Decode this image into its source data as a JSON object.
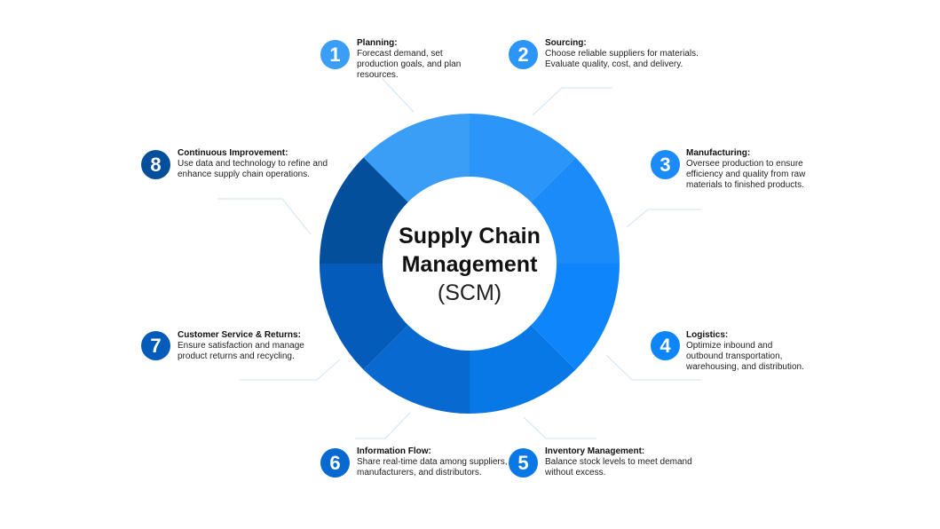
{
  "center": {
    "line1": "Supply Chain",
    "line2": "Management",
    "abbr": "(SCM)"
  },
  "steps": [
    {
      "number": "1",
      "title": "Planning:",
      "text": "Forecast demand, set production goals, and plan resources.",
      "color": "#3a9df6"
    },
    {
      "number": "2",
      "title": "Sourcing:",
      "text": "Choose reliable suppliers for materials. Evaluate quality, cost, and delivery.",
      "color": "#2c95f8"
    },
    {
      "number": "3",
      "title": "Manufacturing:",
      "text": "Oversee production to ensure efficiency and quality from raw materials to finished products.",
      "color": "#1a8bf9"
    },
    {
      "number": "4",
      "title": "Logistics:",
      "text": "Optimize inbound and outbound transportation, warehousing, and distribution.",
      "color": "#0e85fb"
    },
    {
      "number": "5",
      "title": "Inventory Management:",
      "text": "Balance stock levels to meet demand without excess.",
      "color": "#0878e6"
    },
    {
      "number": "6",
      "title": "Information Flow:",
      "text": "Share real-time data among suppliers, manufacturers, and distributors.",
      "color": "#086ad0"
    },
    {
      "number": "7",
      "title": "Customer Service & Returns:",
      "text": "Ensure satisfaction and manage product returns and recycling.",
      "color": "#055bb9"
    },
    {
      "number": "8",
      "title": "Continuous Improvement:",
      "text": "Use data and technology to refine and enhance supply chain operations.",
      "color": "#034f9b"
    }
  ]
}
